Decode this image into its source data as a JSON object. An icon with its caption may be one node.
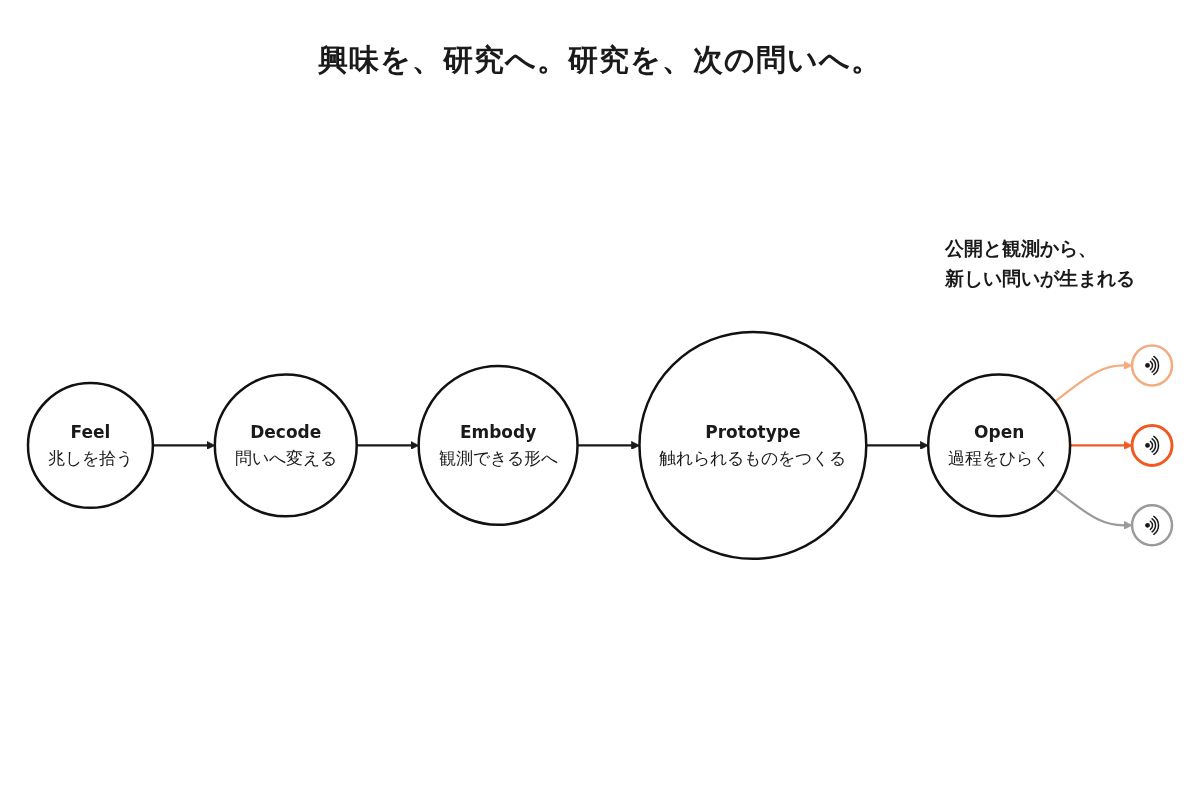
{
  "diagram": {
    "title": "興味を、研究へ。研究を、次の問いへ。",
    "nodes": [
      {
        "text": [
          "Feel",
          "兆しを拾う"
        ]
      },
      {
        "text": [
          "Decode",
          "問いへ変える"
        ]
      },
      {
        "text": [
          "Embody",
          "観測できる形へ"
        ]
      },
      {
        "text": [
          "Prototype",
          "触れられるものをつくる"
        ]
      },
      {
        "text": [
          "Open",
          "過程をひらく"
        ]
      },
      {
        "text": [],
        "shape": "circle"
      },
      {
        "text": [],
        "shape": "circle"
      },
      {
        "text": [],
        "shape": "circle"
      }
    ],
    "edges": [
      {
        "from": 0,
        "to": 1,
        "arrow": "to"
      },
      {
        "from": 1,
        "to": 2,
        "arrow": "to"
      },
      {
        "from": 2,
        "to": 3,
        "arrow": "to"
      },
      {
        "from": 3,
        "to": 4,
        "arrow": "to"
      },
      {
        "from": 4,
        "to": 5,
        "arrow": "to",
        "color": "#f4ab7e"
      },
      {
        "from": 4,
        "to": 6,
        "arrow": "to",
        "color": "#f05a22"
      },
      {
        "from": 4,
        "to": 7,
        "arrow": "to",
        "color": "#9a9a9a"
      }
    ],
    "labels": [
      "公開と観測から、新しい問いが生まれる"
    ]
  }
}
